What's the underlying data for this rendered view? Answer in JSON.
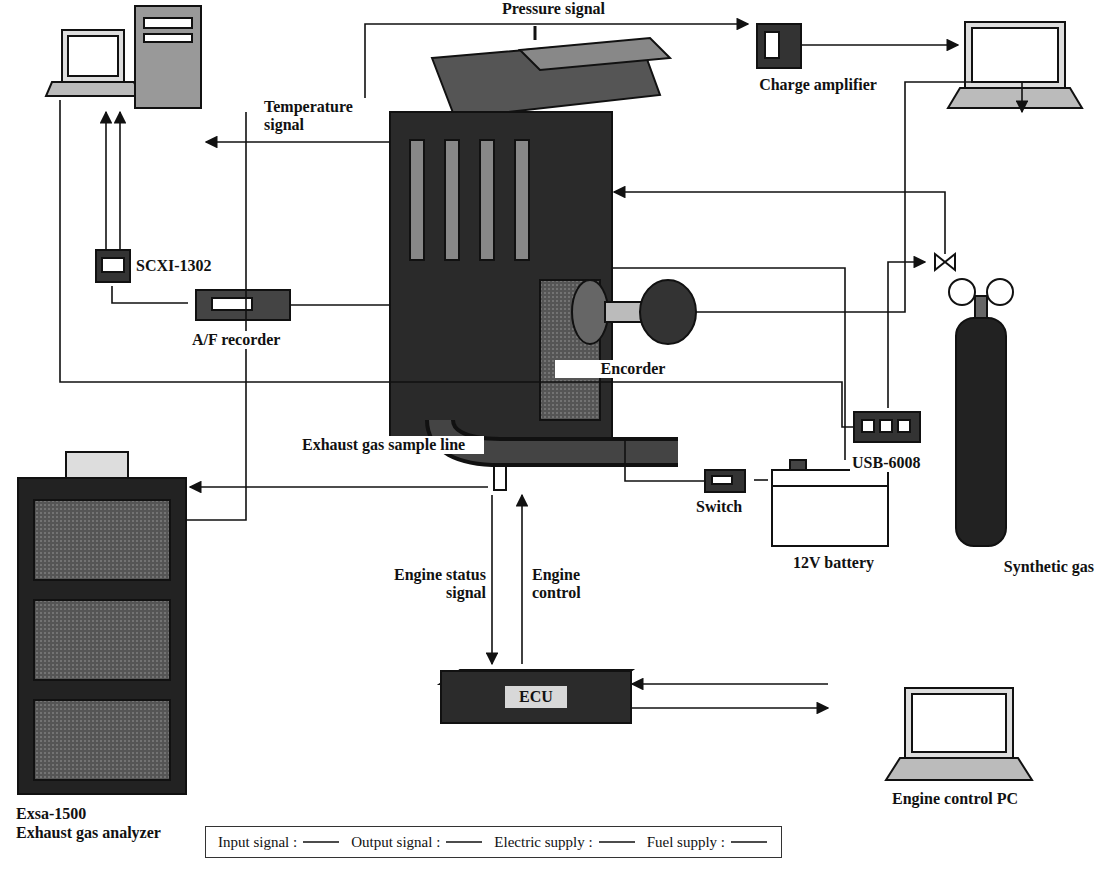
{
  "diagram": {
    "nodes": [
      {
        "text": [
          "Charge amplifier"
        ]
      },
      {
        "text": [
          "SCXI-1302"
        ]
      },
      {
        "text": [
          "A/F recorder"
        ]
      },
      {
        "text": [
          "Encorder"
        ]
      },
      {
        "text": [
          "USB-6008"
        ]
      },
      {
        "text": [
          "Synthetic gas"
        ]
      },
      {
        "text": [
          "Switch"
        ]
      },
      {
        "text": [
          "12V battery"
        ]
      },
      {
        "text": [
          "Exsa-1500",
          "Exhaust gas analyzer"
        ]
      },
      {
        "text": [
          "ECU"
        ]
      },
      {
        "text": [
          "Engine control PC"
        ]
      }
    ],
    "edges": [
      {
        "from": 2,
        "to": 1,
        "arrow": "none"
      },
      {
        "from": 10,
        "to": 9,
        "arrow": "to"
      },
      {
        "from": 9,
        "to": 10,
        "arrow": "to"
      },
      {
        "from": 6,
        "to": 7,
        "arrow": "none"
      },
      {
        "from": 4,
        "to": 5,
        "arrow": "to"
      }
    ],
    "labels": [
      "Pressure signal",
      "Temperature signal",
      "Exhaust gas sample line",
      "Engine status signal",
      "Engine control"
    ],
    "legend": [
      {
        "text": "Input signal :"
      },
      {
        "text": "Output signal :"
      },
      {
        "text": "Electric supply :"
      },
      {
        "text": "Fuel supply :"
      }
    ]
  }
}
